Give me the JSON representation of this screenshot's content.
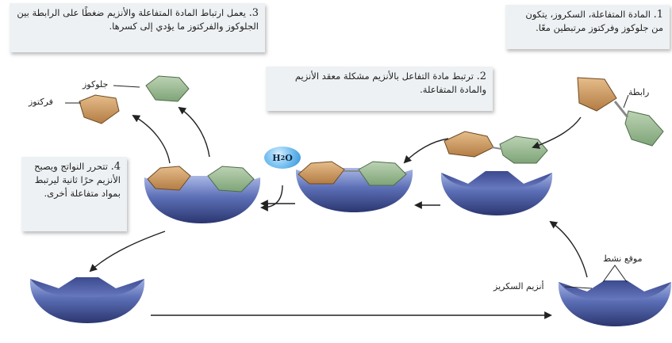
{
  "steps": {
    "s1": {
      "num": "1.",
      "text": "المادة المتفاعلة، السكروز، يتكون من جلوكوز وفركتوز مرتبطين معًا."
    },
    "s2": {
      "num": "2.",
      "text": "ترتبط مادة التفاعل بالأنزيم مشكلة معقد الأنزيم والمادة المتفاعلة."
    },
    "s3": {
      "num": "3.",
      "text": "يعمل ارتباط المادة المتفاعلة والأنزيم ضغطًا على الرابطة بين الجلوكوز والفركتوز ما يؤدي إلى كسرها."
    },
    "s4": {
      "num": "4.",
      "text": "تتحرر النواتج ويصبح الأنزيم حرًا ثانية ليرتبط بمواد متفاعلة أخرى."
    }
  },
  "labels": {
    "glucose": "جلوكوز",
    "fructose": "فركتوز",
    "bond": "رابطة",
    "active_site": "موقع نشط",
    "enzyme": "أنزيم السكريز",
    "water": "H",
    "water_sub": "2",
    "water_o": "O"
  },
  "colors": {
    "glucose": "#8fb48a",
    "fructose": "#c9955a",
    "enzyme": "#4c5fa3",
    "box": "#eef1f3"
  }
}
